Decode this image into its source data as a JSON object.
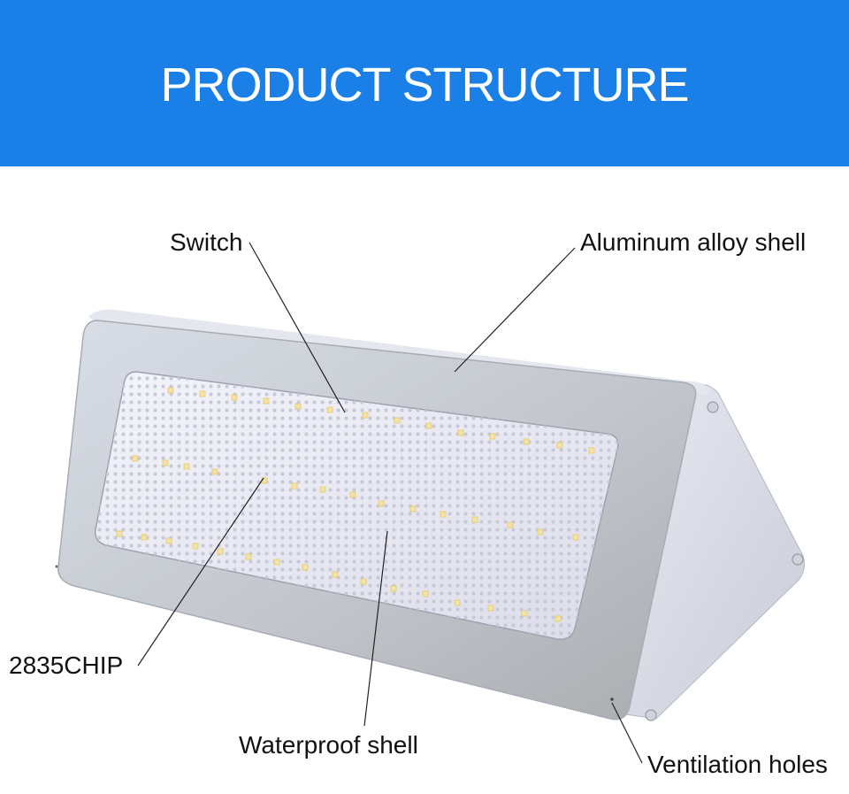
{
  "header": {
    "title": "PRODUCT STRUCTURE",
    "background_color": "#1a7fe6",
    "text_color": "#ffffff"
  },
  "callouts": {
    "switch": "Switch",
    "shell": "Aluminum alloy shell",
    "chip": "2835CHIP",
    "waterproof": "Waterproof shell",
    "ventilation": "Ventilation holes"
  }
}
